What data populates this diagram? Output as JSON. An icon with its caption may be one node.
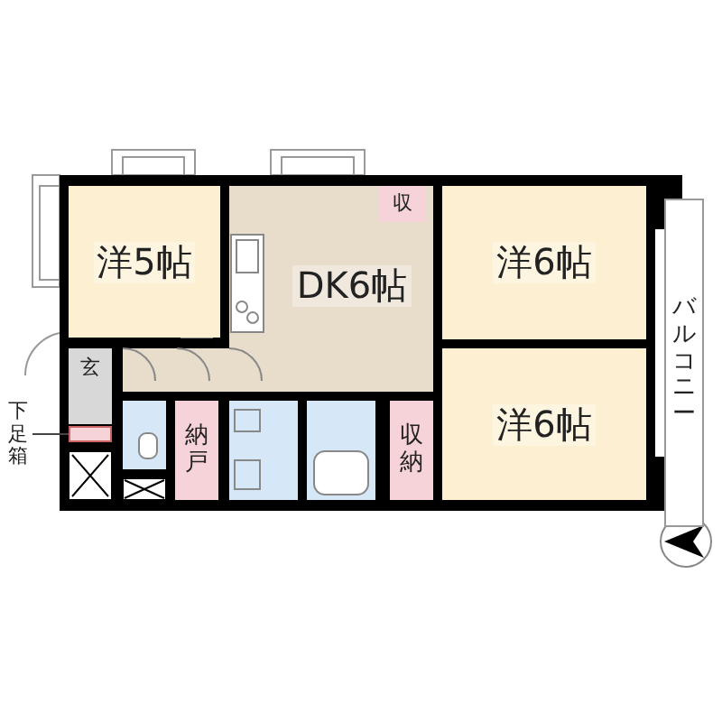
{
  "diagram": {
    "nodes": [
      {
        "text": [
          "洋5帖"
        ]
      },
      {
        "text": [
          "DK6帖"
        ]
      },
      {
        "text": [
          "収"
        ]
      },
      {
        "text": [
          "洋6帖"
        ]
      },
      {
        "text": [
          "洋6帖"
        ]
      },
      {
        "text": [
          "玄"
        ]
      },
      {
        "text": [
          "納戸"
        ]
      },
      {
        "text": [
          "収納"
        ]
      },
      {
        "text": [
          "バルコニー"
        ]
      },
      {
        "text": [
          "下足箱"
        ]
      },
      {
        "text": [],
        "shape": "box"
      }
    ],
    "edges": [
      {
        "from": 9,
        "to": 10,
        "arrow": "none"
      }
    ]
  }
}
